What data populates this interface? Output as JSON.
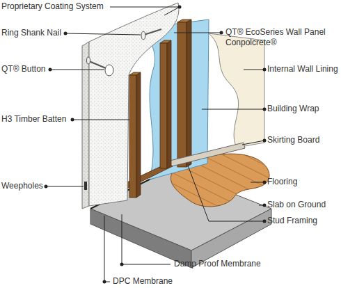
{
  "diagram": {
    "labels": [
      "Proprietary Coating System",
      "Ring Shank Nail",
      "QT® EcoSeries Wall Panel Conpolcrete®",
      "QT® Button",
      "Internal Wall Lining",
      "H3 Timber Batten",
      "Building Wrap",
      "Skirting Board",
      "Flooring",
      "Weepholes",
      "Slab on Ground",
      "Stud Framing",
      "Damp Proof Membrane",
      "DPC Membrane"
    ]
  }
}
